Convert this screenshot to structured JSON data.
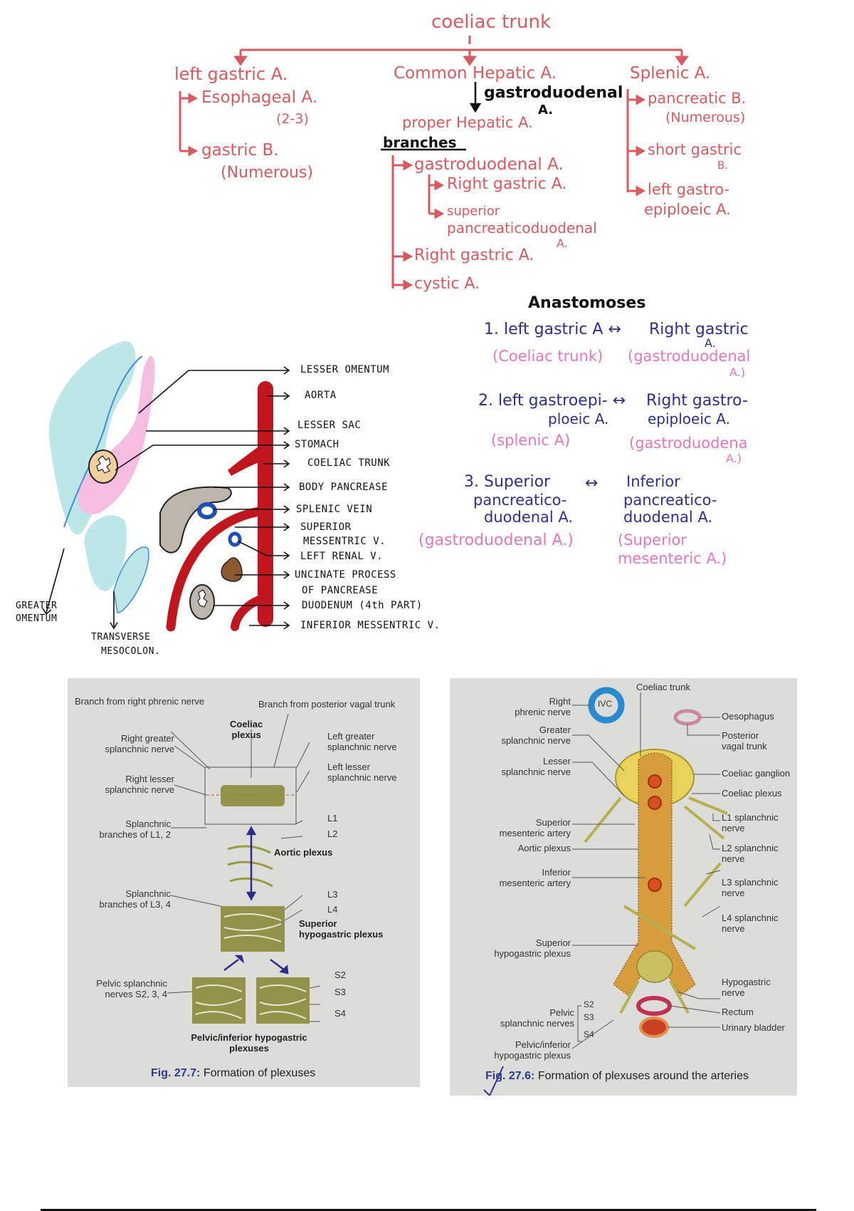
{
  "tree": {
    "root": "coeliac trunk",
    "left_gastric": {
      "title": "left gastric A.",
      "branches": [
        {
          "label": "Esophageal A.",
          "note": "(2-3)"
        },
        {
          "label": "gastric B.",
          "note": "(Numerous)"
        }
      ]
    },
    "common_hepatic": {
      "title": "Common Hepatic A.",
      "side_branch": "gastroduodenal",
      "side_branch_suffix": "A.",
      "continuation": "proper Hepatic A.",
      "branches_heading": "branches",
      "branches": [
        {
          "label": "gastroduodenal A."
        },
        {
          "label": "Right gastric A."
        },
        {
          "label": "superior"
        },
        {
          "label": "pancreaticoduodenal"
        },
        {
          "label": "A."
        },
        {
          "label": "Right gastric A."
        },
        {
          "label": "cystic A."
        }
      ]
    },
    "splenic": {
      "title": "Splenic A.",
      "branches": [
        {
          "label": "pancreatic B.",
          "note": "(Numerous)"
        },
        {
          "label": "short gastric",
          "note": "B."
        },
        {
          "label": "left gastro-",
          "note": "epiploeic A."
        }
      ]
    }
  },
  "anastomoses": {
    "heading": "Anastomoses",
    "items": [
      {
        "num": "1.",
        "left": "left gastric A",
        "left_src": "(Coeliac trunk)",
        "arrow": "↔",
        "right": "Right gastric",
        "right2": "A.",
        "right_src": "(gastroduodenal",
        "right_src2": "A.)"
      },
      {
        "num": "2.",
        "left": "left gastroepi-",
        "left2": "ploeic A.",
        "left_src": "(splenic A)",
        "arrow": "↔",
        "right": "Right gastro-",
        "right2": "epiploeic A.",
        "right_src": "(gastroduodena",
        "right_src2": "A.)"
      },
      {
        "num": "3.",
        "left": "Superior",
        "left2": "pancreatico-",
        "left3": "duodenal A.",
        "left_src": "(gastroduodenal A.)",
        "arrow": "↔",
        "right": "Inferior",
        "right2": "pancreatico-",
        "right3": "duodenal A.",
        "right_src": "(Superior",
        "right_src2": "mesenteric A.)"
      }
    ]
  },
  "sketch": {
    "labels": [
      "LESSER OMENTUM",
      "AORTA",
      "LESSER SAC",
      "STOMACH",
      "COELIAC TRUNK",
      "BODY PANCREASE",
      "SPLENIC VEIN",
      "SUPERIOR",
      "MESSENTRIC V.",
      "LEFT RENAL V.",
      "UNCINATE PROCESS",
      "OF PANCREASE",
      "DUODENUM (4th PART)",
      "INFERIOR MESSENTRIC V."
    ],
    "greater_omentum": [
      "GREATER",
      "OMENTUM"
    ],
    "transverse_mesocolon": [
      "TRANSVERSE",
      "MESOCOLON."
    ],
    "colors": {
      "aorta": "#c0161e",
      "peritoneum": "#bde6e8",
      "lesser_sac": "#f5bde0",
      "pancreas": "#bdb6ad",
      "vein": "#1f4fb5",
      "uncinate": "#8a5a2e",
      "stomach": "#f1cf9e"
    }
  },
  "figure_left": {
    "caption_num": "Fig. 27.7:",
    "caption_text": "Formation of plexuses",
    "labels": {
      "branch_phrenic": "Branch from right phrenic nerve",
      "branch_vagal": "Branch from posterior vagal trunk",
      "coeliac_plexus": [
        "Coeliac",
        "plexus"
      ],
      "right_greater": [
        "Right greater",
        "splanchnic nerve"
      ],
      "left_greater": [
        "Left greater",
        "splanchnic nerve"
      ],
      "left_lesser": [
        "Left lesser",
        "splanchnic nerve"
      ],
      "right_lesser": [
        "Right lesser",
        "splanchnic nerve"
      ],
      "splanchnic_l12": [
        "Splanchnic",
        "branches of L1, 2"
      ],
      "l1": "L1",
      "l2": "L2",
      "aortic_plexus": "Aortic plexus",
      "splanchnic_l34": [
        "Splanchnic",
        "branches of L3, 4"
      ],
      "l3": "L3",
      "l4": "L4",
      "superior_hypogastric": [
        "Superior",
        "hypogastric plexus"
      ],
      "pelvic_splanchnic": [
        "Pelvic splanchnic",
        "nerves S2, 3, 4"
      ],
      "s2": "S2",
      "s3": "S3",
      "s4": "S4",
      "pelvic_inferior": [
        "Pelvic/inferior hypogastric",
        "plexuses"
      ]
    }
  },
  "figure_right": {
    "caption_num": "Fig. 27.6:",
    "caption_text": "Formation of plexuses around the arteries",
    "labels": {
      "ivc": "IVC",
      "coeliac_trunk": "Coeliac trunk",
      "right_phrenic": [
        "Right",
        "phrenic nerve"
      ],
      "greater_splanchnic": [
        "Greater",
        "splanchnic nerve"
      ],
      "lesser_splanchnic": [
        "Lesser",
        "splanchnic nerve"
      ],
      "superior_mesenteric": [
        "Superior",
        "mesenteric artery"
      ],
      "aortic_plexus": "Aortic plexus",
      "inferior_mesenteric": [
        "Inferior",
        "mesenteric artery"
      ],
      "superior_hypogastric": [
        "Superior",
        "hypogastric plexus"
      ],
      "pelvic_splanchnic": [
        "Pelvic",
        "splanchnic nerves"
      ],
      "pelvic_inferior": [
        "Pelvic/inferior",
        "hypogastric plexus"
      ],
      "s2": "S2",
      "s3": "S3",
      "s4": "S4",
      "oesophagus": "Oesophagus",
      "posterior_vagal": [
        "Posterior",
        "vagal trunk"
      ],
      "coeliac_ganglion": "Coeliac ganglion",
      "coeliac_plexus": "Coeliac plexus",
      "l1": [
        "L1 splanchnic",
        "nerve"
      ],
      "l2": [
        "L2 splanchnic",
        "nerve"
      ],
      "l3": [
        "L3 splanchnic",
        "nerve"
      ],
      "l4": [
        "L4 splanchnic",
        "nerve"
      ],
      "hypogastric_nerve": [
        "Hypogastric",
        "nerve"
      ],
      "rectum": "Rectum",
      "urinary_bladder": "Urinary bladder"
    }
  }
}
